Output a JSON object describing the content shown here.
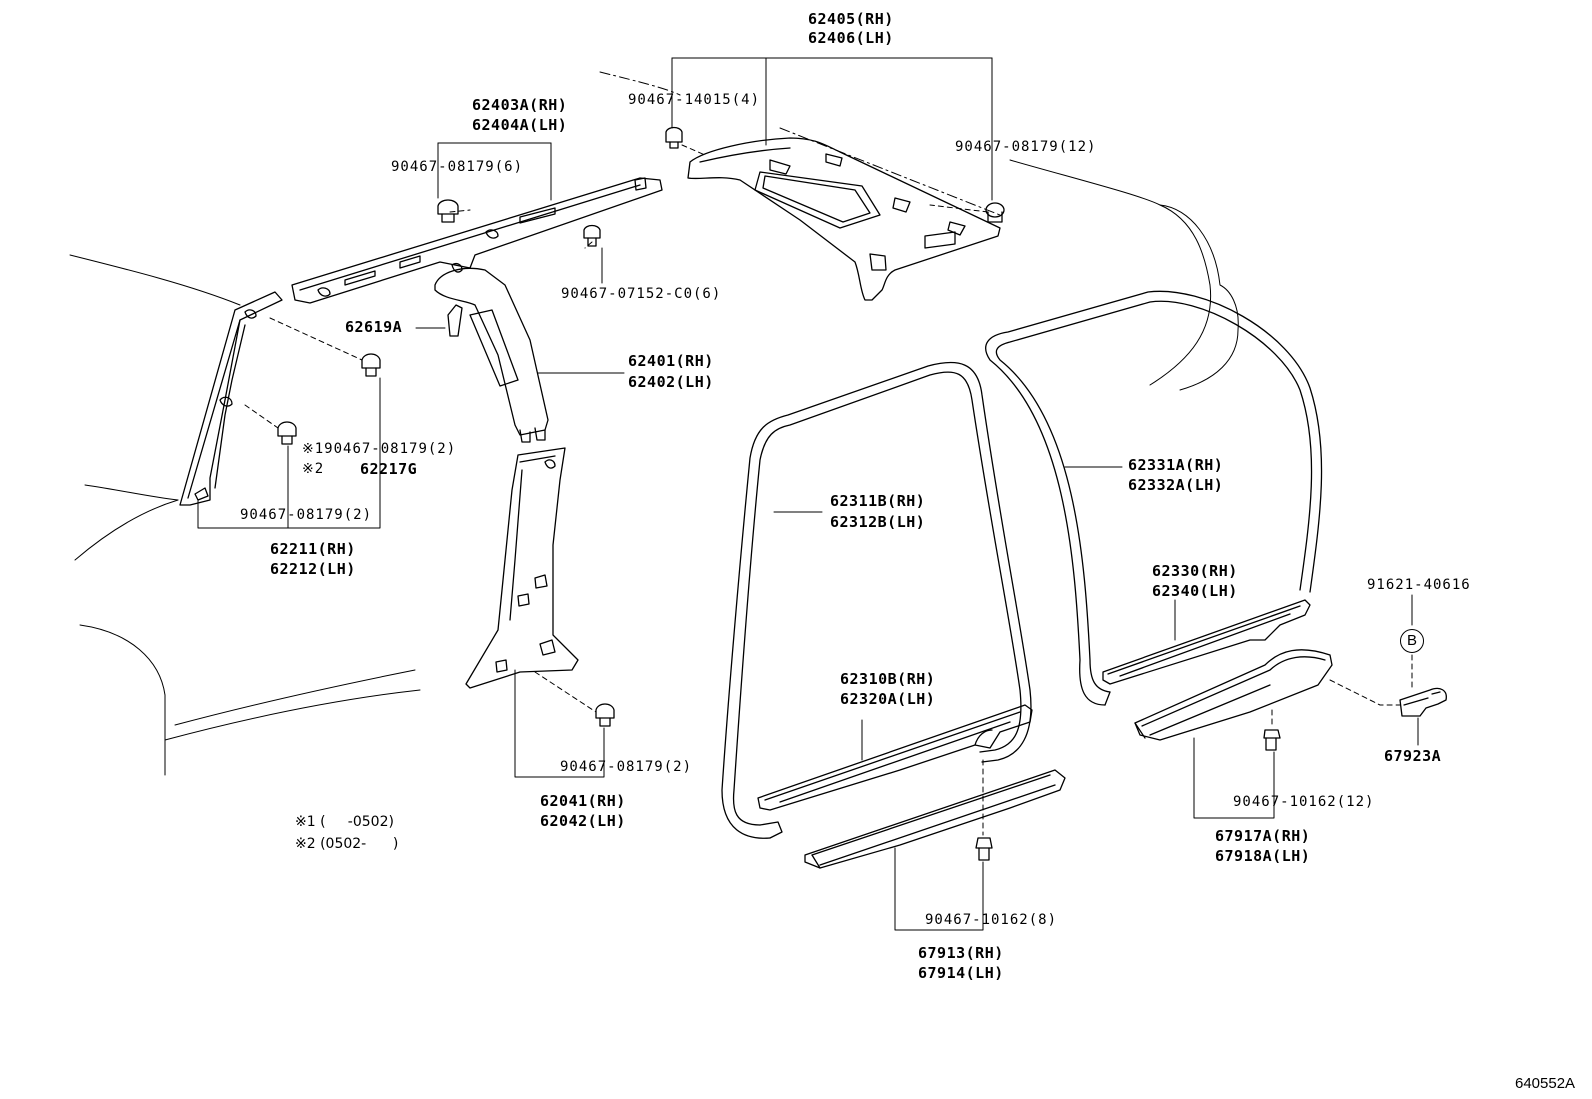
{
  "labels": {
    "p62405": "62405(RH)",
    "p62406": "62406(LH)",
    "p62403a": "62403A(RH)",
    "p62404a": "62404A(LH)",
    "c90467_14015": "90467-14015(4)",
    "c90467_08179_12": "90467-08179(12)",
    "c90467_08179_6": "90467-08179(6)",
    "c90467_07152": "90467-07152-C0(6)",
    "p62619a": "62619A",
    "p62401": "62401(RH)",
    "p62402": "62402(LH)",
    "c1_90467_08179_2": "※190467-08179(2)",
    "mark2": "※2",
    "p62217g": "62217G",
    "c90467_08179_2_left": "90467-08179(2)",
    "p62211": "62211(RH)",
    "p62212": "62212(LH)",
    "p62331a": "62331A(RH)",
    "p62332a": "62332A(LH)",
    "p62311b": "62311B(RH)",
    "p62312b": "62312B(LH)",
    "p62330": "62330(RH)",
    "p62340": "62340(LH)",
    "c91621_40616": "91621-40616",
    "callout_b": "B",
    "p67923a": "67923A",
    "p62310b": "62310B(RH)",
    "p62320a": "62320A(LH)",
    "c90467_08179_2_mid": "90467-08179(2)",
    "p62041": "62041(RH)",
    "p62042": "62042(LH)",
    "c90467_10162_12": "90467-10162(12)",
    "p67917a": "67917A(RH)",
    "p67918a": "67918A(LH)",
    "c90467_10162_8": "90467-10162(8)",
    "p67913": "67913(RH)",
    "p67914": "67914(LH)"
  },
  "notes": {
    "n1": "※1 (     -0502)",
    "n2": "※2 (0502-      )"
  },
  "figure_ref": "640552A"
}
